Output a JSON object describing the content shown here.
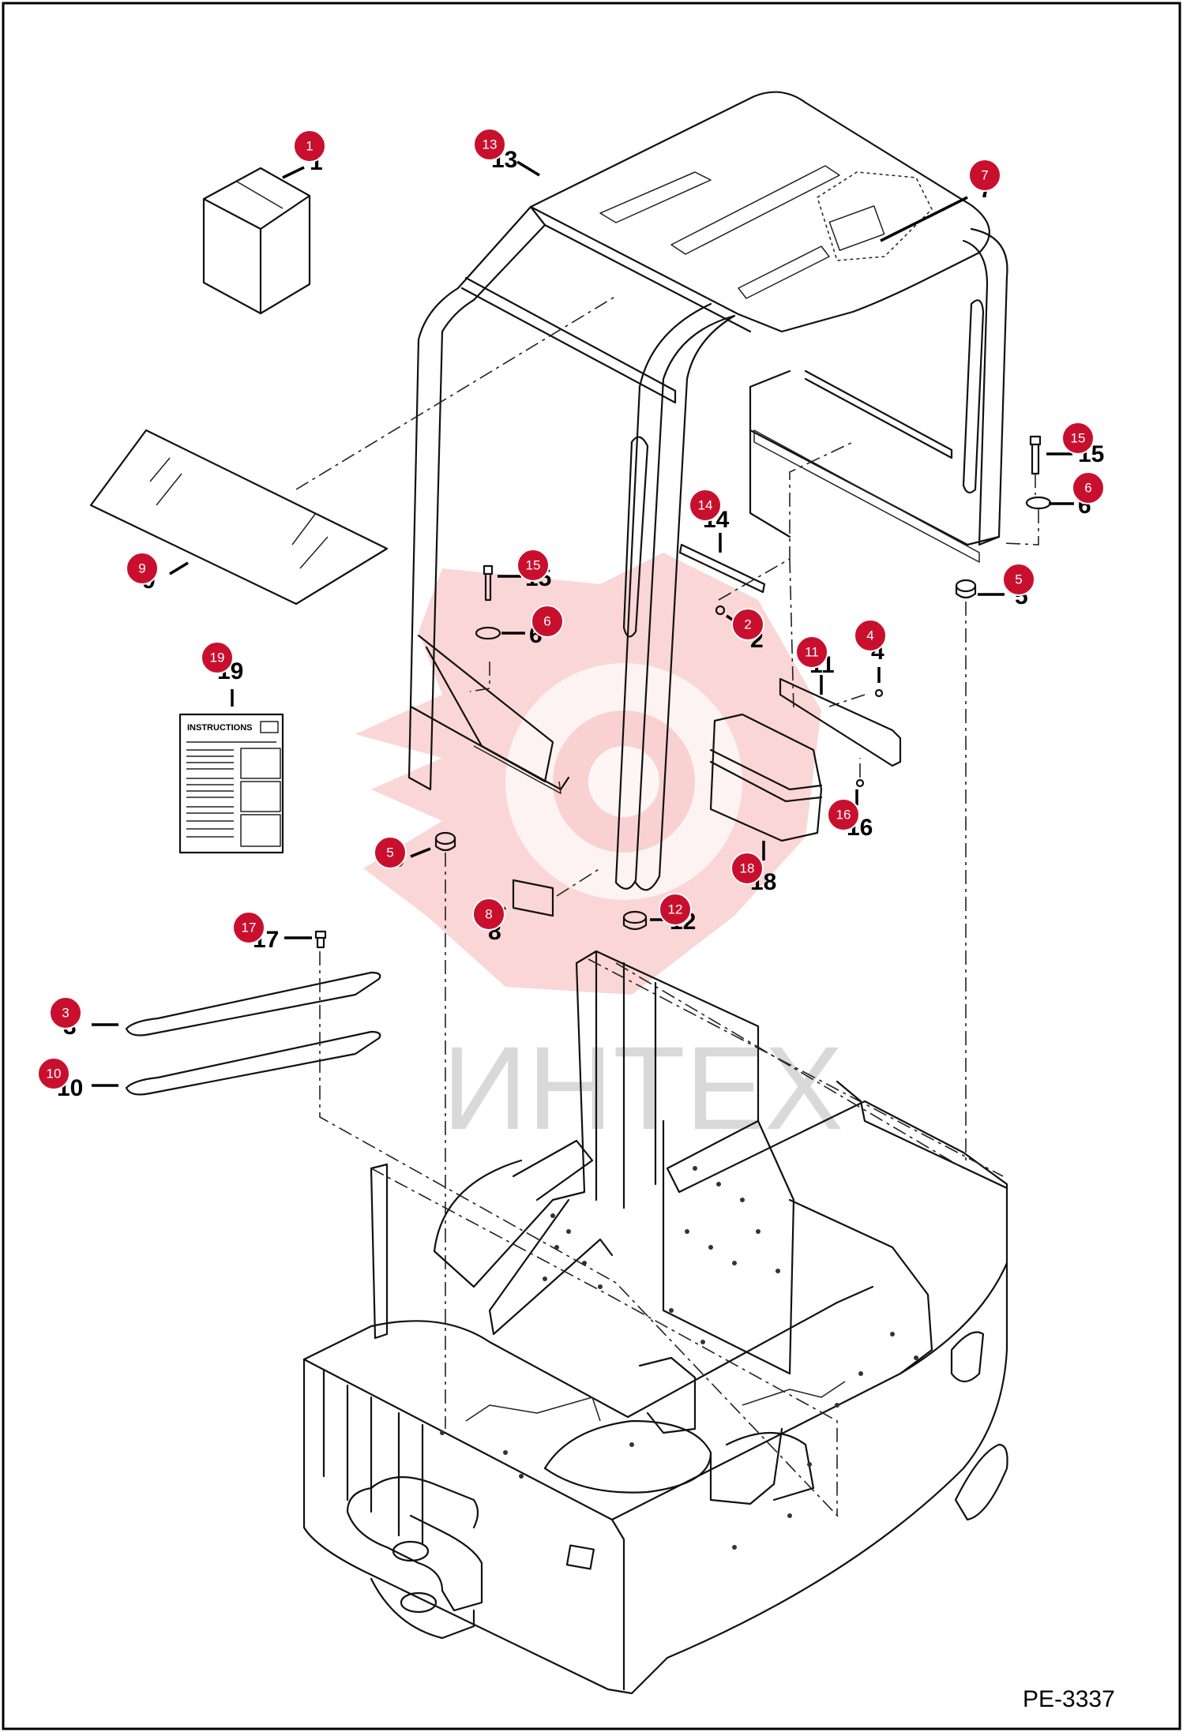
{
  "figure_code": "PE-3337",
  "watermark": "ИНТЕХ",
  "instructions_title": "INSTRUCTIONS",
  "parts": [
    {
      "num": "1"
    },
    {
      "num": "2"
    },
    {
      "num": "3"
    },
    {
      "num": "4"
    },
    {
      "num": "5"
    },
    {
      "num": "6"
    },
    {
      "num": "7"
    },
    {
      "num": "8"
    },
    {
      "num": "9"
    },
    {
      "num": "10"
    },
    {
      "num": "11"
    },
    {
      "num": "12"
    },
    {
      "num": "13"
    },
    {
      "num": "14"
    },
    {
      "num": "15"
    },
    {
      "num": "16"
    },
    {
      "num": "17"
    },
    {
      "num": "18"
    },
    {
      "num": "19"
    }
  ],
  "callout_color": "#c8102e"
}
